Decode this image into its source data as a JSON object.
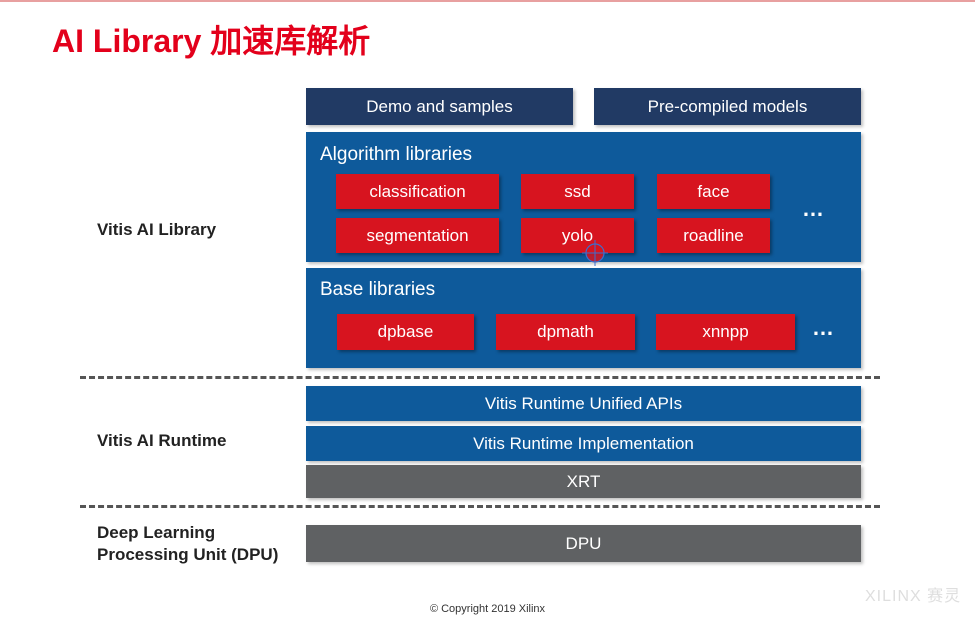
{
  "title": "AI Library 加速库解析",
  "layers": {
    "library_label": "Vitis AI Library",
    "runtime_label": "Vitis AI Runtime",
    "dpu_label_line1": "Deep Learning",
    "dpu_label_line2": "Processing Unit (DPU)"
  },
  "top_boxes": {
    "demo": "Demo and samples",
    "precompiled": "Pre-compiled models"
  },
  "algorithm": {
    "title": "Algorithm libraries",
    "items": [
      "classification",
      "ssd",
      "face",
      "segmentation",
      "yolo",
      "roadline"
    ],
    "more": "…"
  },
  "base": {
    "title": "Base libraries",
    "items": [
      "dpbase",
      "dpmath",
      "xnnpp"
    ],
    "more": "…"
  },
  "runtime": {
    "unified": "Vitis Runtime Unified APIs",
    "implementation": "Vitis Runtime Implementation",
    "xrt": "XRT"
  },
  "dpu": "DPU",
  "copyright": "© Copyright 2019 Xilinx",
  "watermark": "XILINX 赛灵",
  "colors": {
    "title_red": "#e3001b",
    "navy": "#213a64",
    "panel_blue": "#0e5a9b",
    "chip_red": "#d7141f",
    "gray": "#5f6163"
  },
  "icons": {
    "cursor": "crosshair-cursor-icon"
  }
}
